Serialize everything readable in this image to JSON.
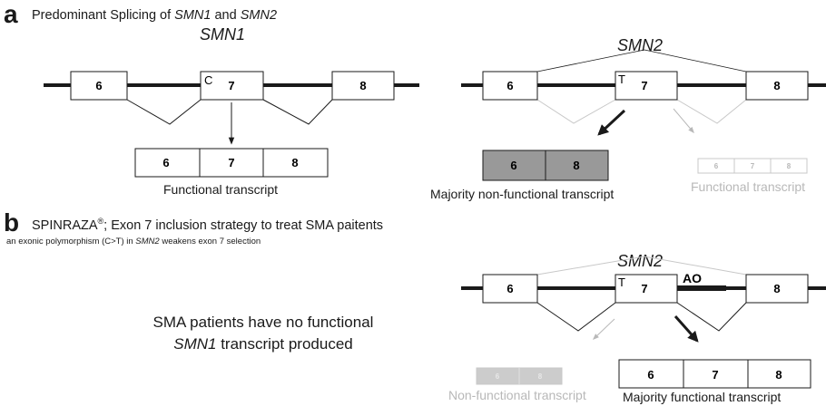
{
  "panel_a": {
    "letter": "a",
    "title_prefix": "Predominant Splicing of ",
    "gene1": "SMN1",
    "title_and": " and ",
    "gene2": "SMN2",
    "left_gene_label": "SMN1",
    "right_gene_label": "SMN2",
    "left_nucleotide": "C",
    "right_nucleotide": "T",
    "left_exons": [
      "6",
      "7",
      "8"
    ],
    "right_exons": [
      "6",
      "7",
      "8"
    ],
    "left_transcript_exons": [
      "6",
      "7",
      "8"
    ],
    "left_transcript_caption": "Functional transcript",
    "right_major_transcript_exons": [
      "6",
      "8"
    ],
    "right_major_caption": "Majority non-functional transcript",
    "right_minor_transcript_exons": [
      "6",
      "7",
      "8"
    ],
    "right_minor_caption": "Functional transcript"
  },
  "panel_b": {
    "letter": "b",
    "title_brand": "SPINRAZA",
    "title_reg": "®",
    "title_rest": "; Exon 7 inclusion strategy to treat SMA paitents",
    "subtitle_prefix": "an exonic polymorphism (C>T) in ",
    "subtitle_gene": "SMN2",
    "subtitle_suffix": " weakens exon 7 selection",
    "sma_line1": "SMA patients have no functional",
    "sma_gene": "SMN1",
    "sma_line2_suffix": " transcript produced",
    "gene_label": "SMN2",
    "nucleotide": "T",
    "ao_label": "AO",
    "exons": [
      "6",
      "7",
      "8"
    ],
    "minor_transcript_exons": [
      "6",
      "8"
    ],
    "minor_caption": "Non-functional transcript",
    "major_transcript_exons": [
      "6",
      "7",
      "8"
    ],
    "major_caption": "Majority functional transcript"
  },
  "colors": {
    "line": "#1a1a1a",
    "light_line": "#c8c8c8",
    "dark_grey_fill": "#999999",
    "light_grey_fill": "#cccccc"
  }
}
